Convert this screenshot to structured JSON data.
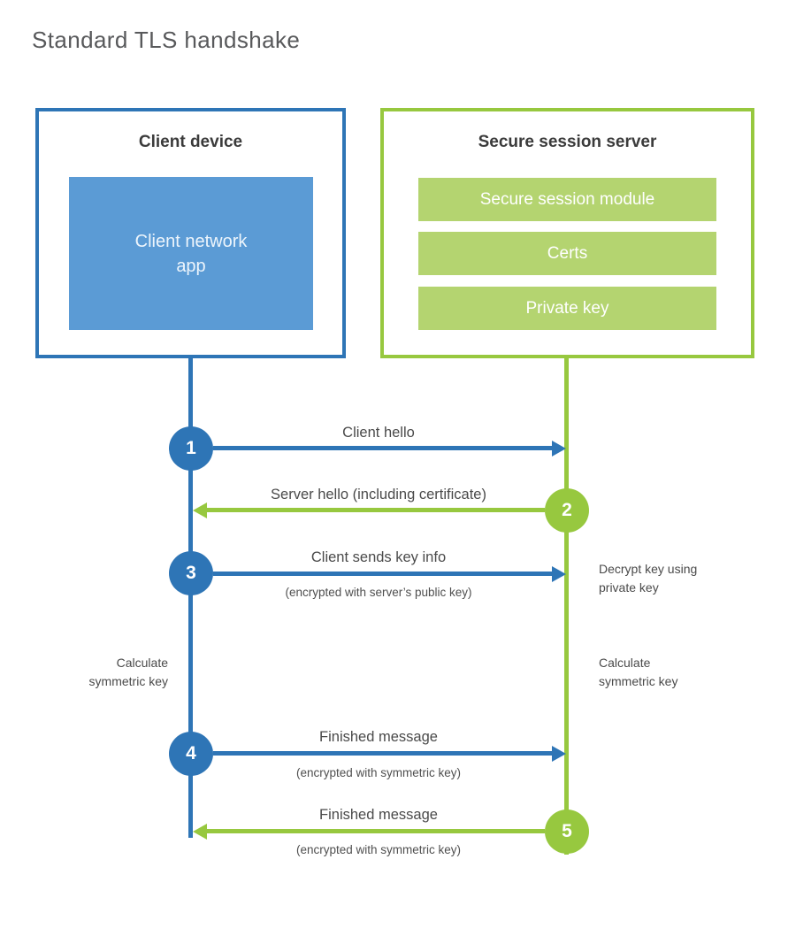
{
  "title": "Standard TLS handshake",
  "client_box": {
    "title": "Client device",
    "app_label": "Client network\napp"
  },
  "server_box": {
    "title": "Secure session server",
    "modules": [
      {
        "label": "Secure session module"
      },
      {
        "label": "Certs"
      },
      {
        "label": "Private key"
      }
    ]
  },
  "messages": [
    {
      "num": "1",
      "label": "Client hello",
      "sub": "",
      "from": "client",
      "to": "server"
    },
    {
      "num": "2",
      "label": "Server hello (including certificate)",
      "sub": "",
      "from": "server",
      "to": "client"
    },
    {
      "num": "3",
      "label": "Client sends key info",
      "sub": "(encrypted with server’s public key)",
      "from": "client",
      "to": "server"
    },
    {
      "num": "4",
      "label": "Finished message",
      "sub": "(encrypted with symmetric key)",
      "from": "client",
      "to": "server"
    },
    {
      "num": "5",
      "label": "Finished message",
      "sub": "(encrypted with symmetric key)",
      "from": "server",
      "to": "client"
    }
  ],
  "side_notes": {
    "decrypt": "Decrypt key using\nprivate key",
    "calculate_client": "Calculate\nsymmetric key",
    "calculate_server": "Calculate\nsymmetric key"
  },
  "colors": {
    "client_accent": "#2e75b6",
    "client_fill": "#5b9bd5",
    "server_accent": "#97c83f",
    "server_fill": "#b4d470"
  }
}
